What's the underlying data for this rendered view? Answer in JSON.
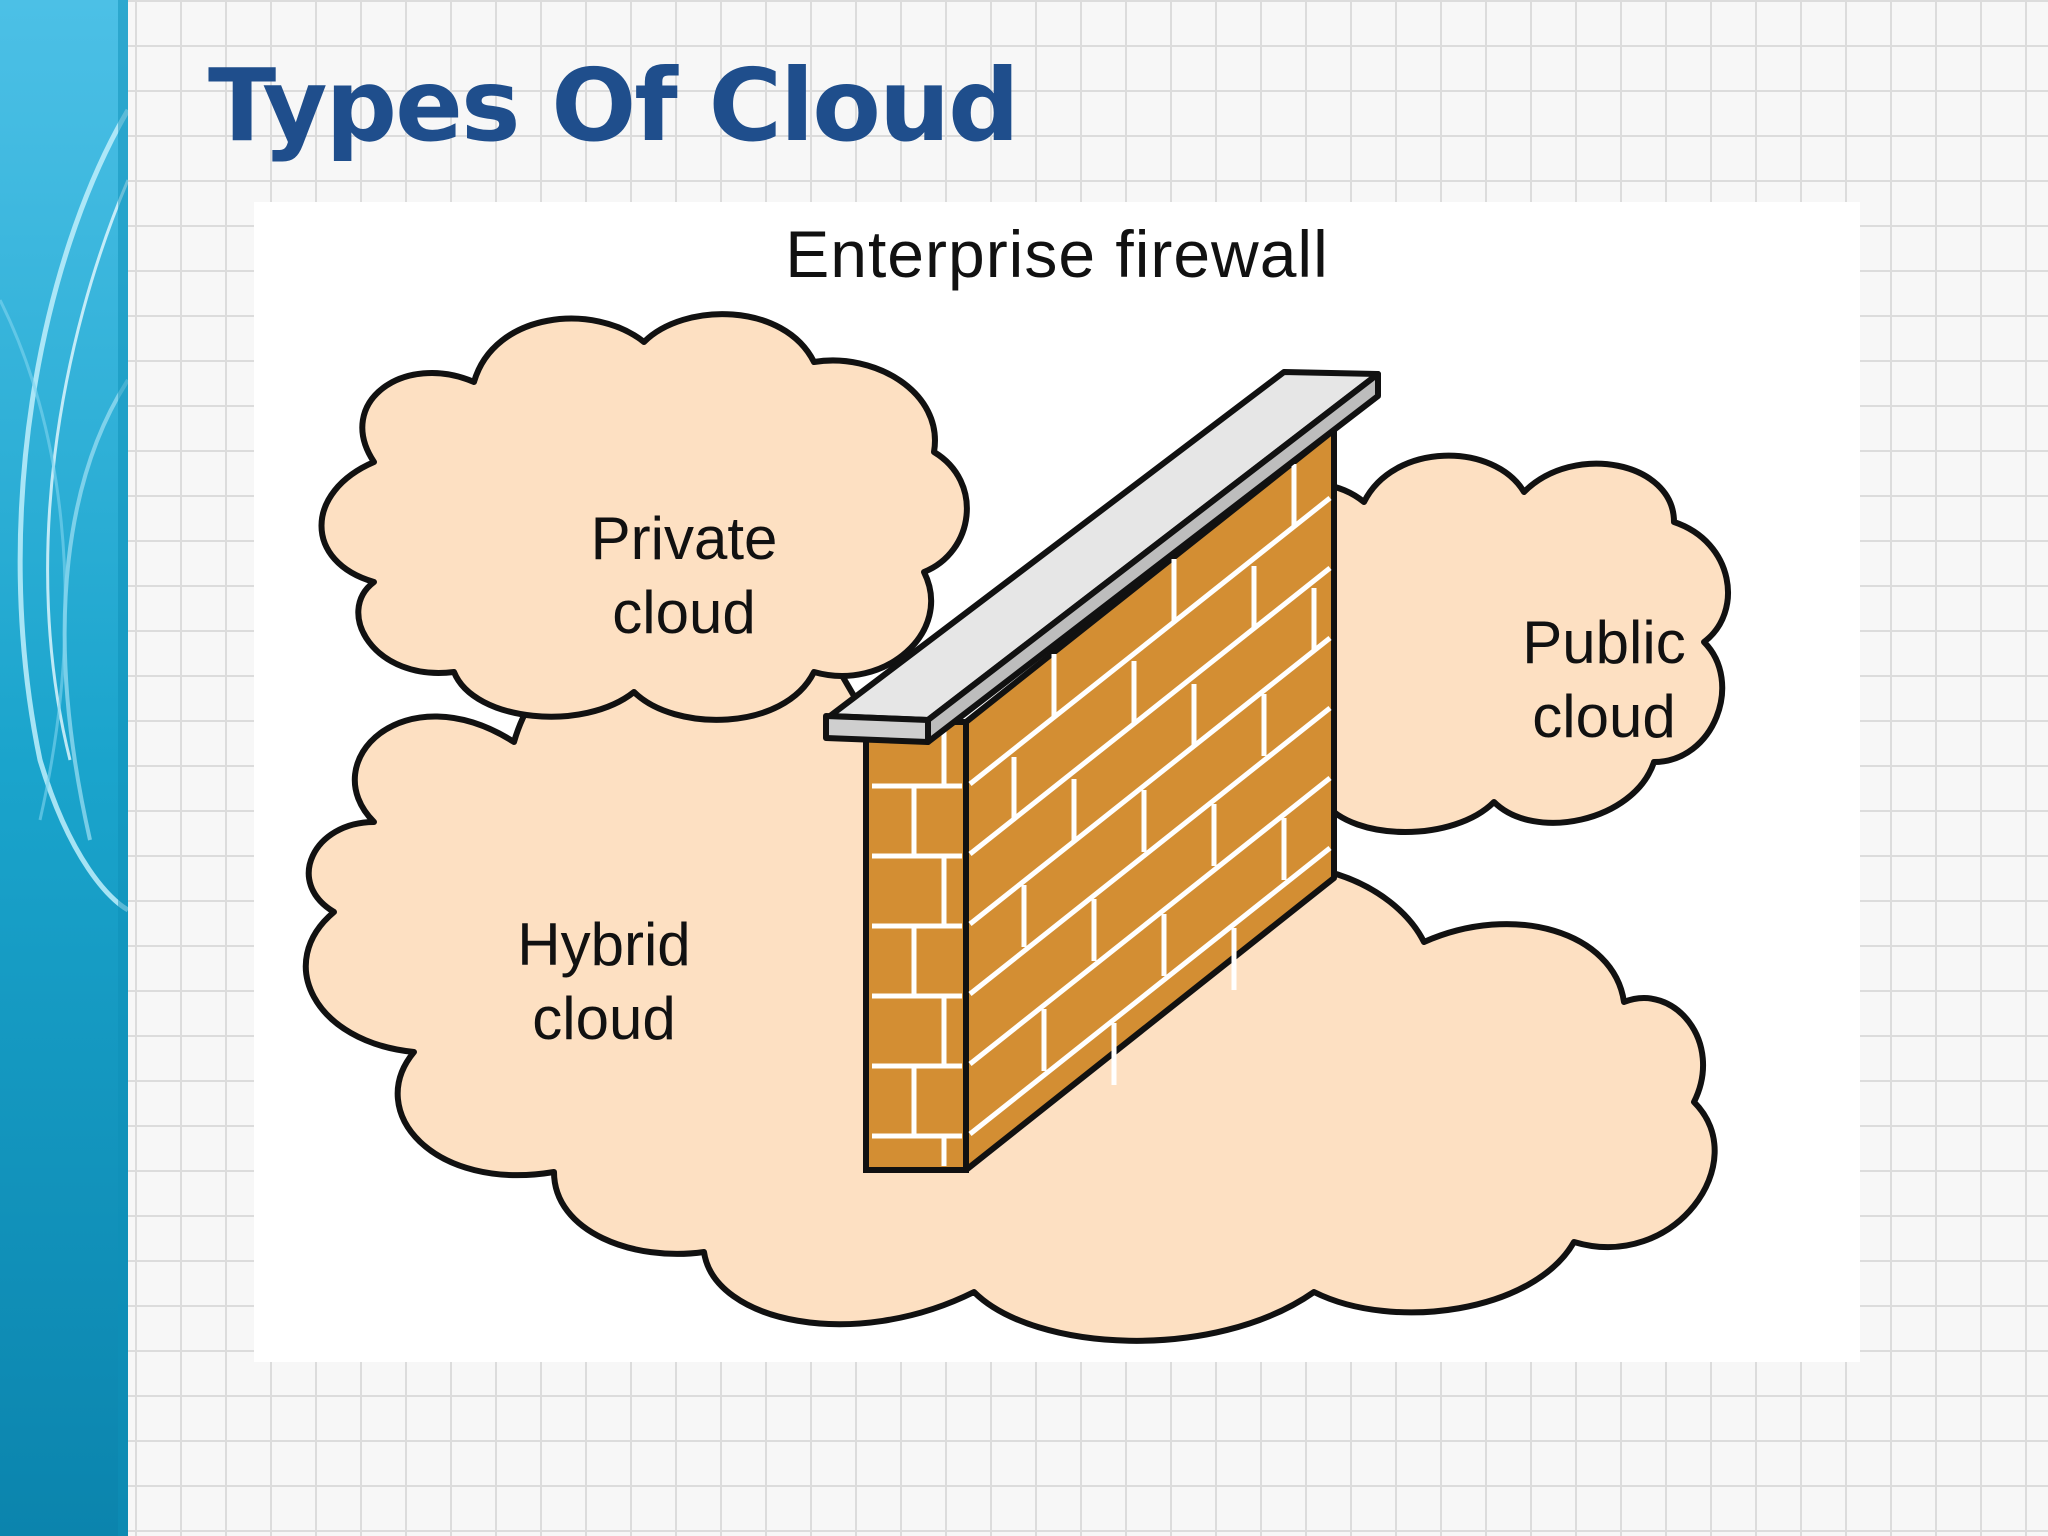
{
  "title": "Types Of Cloud",
  "colors": {
    "title": "#1f4e8c",
    "cloud_fill": "#fde0c2",
    "brick": "#d38e33",
    "mortar": "#ffffff",
    "wall_cap": "#e6e6e6",
    "outline": "#111111",
    "side_band": "#1aa4cc"
  },
  "diagram": {
    "caption": "Enterprise firewall",
    "clouds": {
      "private": {
        "line1": "Private",
        "line2": "cloud"
      },
      "public": {
        "line1": "Public",
        "line2": "cloud"
      },
      "hybrid": {
        "line1": "Hybrid",
        "line2": "cloud"
      }
    },
    "wall_icon": "brick-firewall-icon"
  }
}
